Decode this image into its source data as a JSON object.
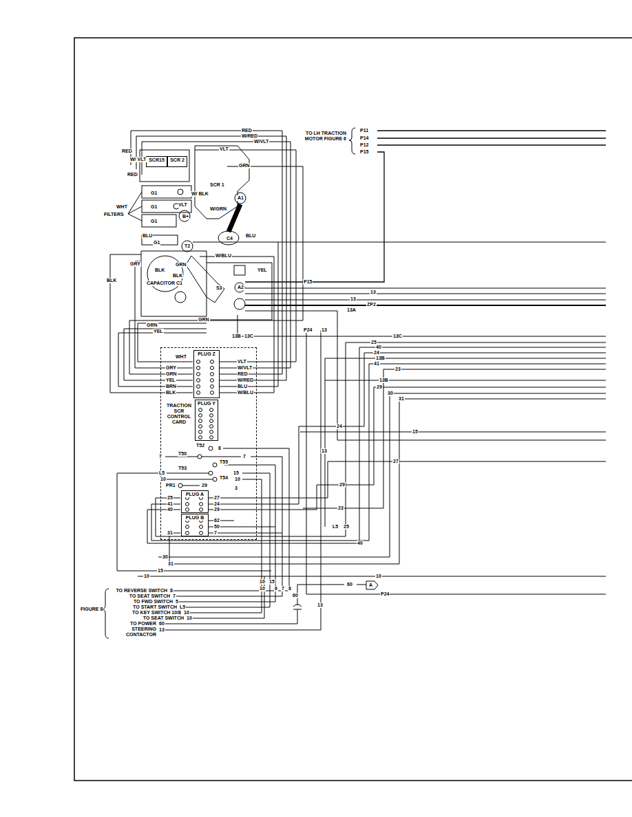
{
  "diagram": {
    "nodes": [
      {
        "text": [
          "SCR15"
        ]
      },
      {
        "text": [
          "SCR 2"
        ]
      },
      {
        "text": [
          "TRACTION SCR CONTROL CARD"
        ]
      },
      {
        "text": [
          "PLUG Z"
        ],
        "in": 2
      },
      {
        "text": [
          "PLUG Y"
        ],
        "in": 2
      },
      {
        "text": [
          "PLUG A"
        ],
        "in": 2
      },
      {
        "text": [
          "PLUG B"
        ],
        "in": 2
      }
    ],
    "labels": [
      "RED",
      "W/RED",
      "W/VLT",
      "TO LH TRACTION MOTOR FIGURE 6",
      "P11",
      "P14",
      "P12",
      "P15",
      "RED",
      "W/ VLT",
      "RED",
      "VLT",
      "GRN",
      "SCR 1",
      "W/ BLK",
      "G1",
      "G1",
      "G1",
      "G1",
      "VLT",
      "WHT",
      "FILTERS",
      "B+",
      "A1",
      "W/GRN",
      "BLU",
      "C4",
      "BLU",
      "T2",
      "W/BLU",
      "GRY",
      "GRN",
      "BLK",
      "BLK",
      "CAPACITOR C1",
      "BLK",
      "S3",
      "YEL",
      "A2",
      "P15",
      "13",
      "13",
      "ZP2",
      "13A",
      "GRN",
      "GRN",
      "YEL",
      "P24",
      "13",
      "13B",
      "13C",
      "13C",
      "25",
      "40",
      "24",
      "13B",
      "41",
      "23",
      "13B",
      "29",
      "30",
      "31",
      "WHT",
      "VLT",
      "GRY",
      "W/VLT",
      "GRN",
      "RED",
      "YEL",
      "W/RED",
      "BRN",
      "BLU",
      "BLK",
      "W/BLU",
      "24",
      "15",
      "T52",
      "8",
      "7",
      "T50",
      "7",
      "T55",
      "T53",
      "L5",
      "15",
      "T54",
      "10",
      "10",
      "PR1",
      "29",
      "3",
      "25",
      "41",
      "40",
      "27",
      "24",
      "29",
      "62",
      "50",
      "31",
      "7",
      "29",
      "23",
      "L5",
      "25",
      "40",
      "30",
      "31",
      "15",
      "10",
      "10",
      "10",
      "15",
      "6",
      "7",
      "8",
      "60",
      "13",
      "10",
      "60",
      "A",
      "P24",
      "13",
      "27",
      "TO REVERSE SWITCH",
      "8",
      "TO SEAT SWITCH",
      "7",
      "TO FWD SWITCH",
      "5",
      "TO START SWITCH",
      "L5",
      "FIGURE 8",
      "TO KEY SWITCH 10/8",
      "10",
      "TO SEAT SWITCH",
      "10",
      "TO POWER STEERING CONTACTOR",
      "60",
      "13"
    ]
  }
}
